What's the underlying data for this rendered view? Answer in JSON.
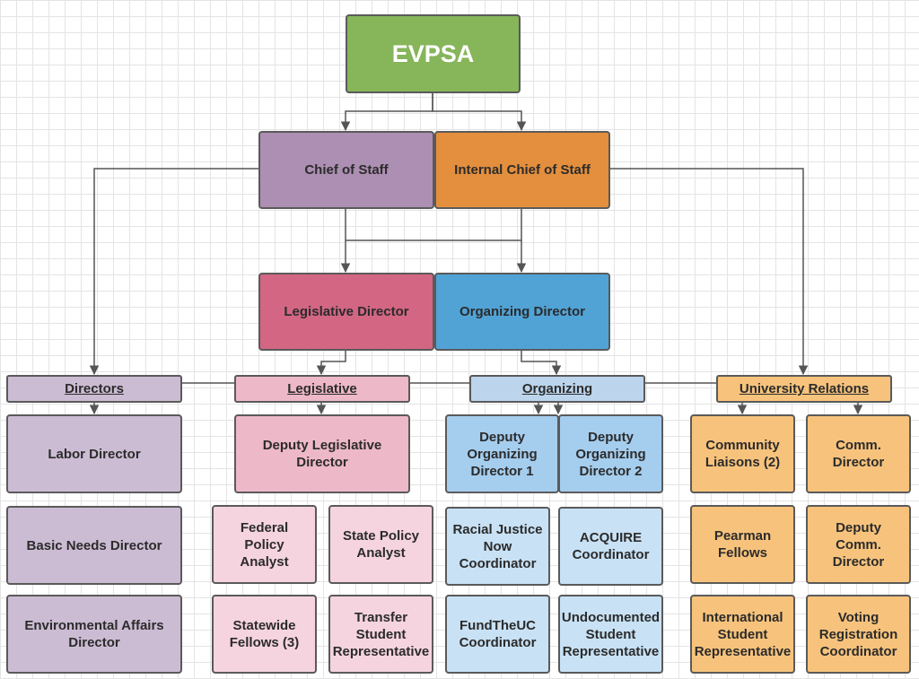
{
  "colors": {
    "root": "#86b55a",
    "chief": "#ac8fb2",
    "internal": "#e38f3d",
    "legdir": "#d26683",
    "orgdir": "#51a3d6",
    "directors": "#ccbcd3",
    "legislative": "#edb8c8",
    "legislative_light": "#f5d4df",
    "organizing": "#bcd5ec",
    "organizing_mid": "#a5cdee",
    "organizing_light": "#c8e1f4",
    "university": "#f7c37c",
    "line": "#555555"
  },
  "chart": {
    "root": "EVPSA",
    "chief_of_staff": "Chief of Staff",
    "internal_chief_of_staff": "Internal Chief of Staff",
    "legislative_director": "Legislative Director",
    "organizing_director": "Organizing Director",
    "directors": {
      "header": "Directors",
      "members": [
        "Labor Director",
        "Basic Needs Director",
        "Environmental Affairs Director"
      ]
    },
    "legislative": {
      "header": "Legislative",
      "deputy": "Deputy Legislative Director",
      "members": [
        "Federal Policy Analyst",
        "State Policy Analyst",
        "Statewide Fellows (3)",
        "Transfer Student Representative"
      ]
    },
    "organizing": {
      "header": "Organizing",
      "deputies": [
        "Deputy Organizing Director 1",
        "Deputy Organizing Director 2"
      ],
      "members": [
        "Racial Justice Now Coordinator",
        "ACQUIRE Coordinator",
        "FundTheUC Coordinator",
        "Undocumented Student Representative"
      ]
    },
    "university_relations": {
      "header": "University Relations",
      "members": [
        "Community Liaisons (2)",
        "Comm. Director",
        "Pearman Fellows",
        "Deputy Comm. Director",
        "International Student Representative",
        "Voting Registration Coordinator"
      ]
    }
  }
}
